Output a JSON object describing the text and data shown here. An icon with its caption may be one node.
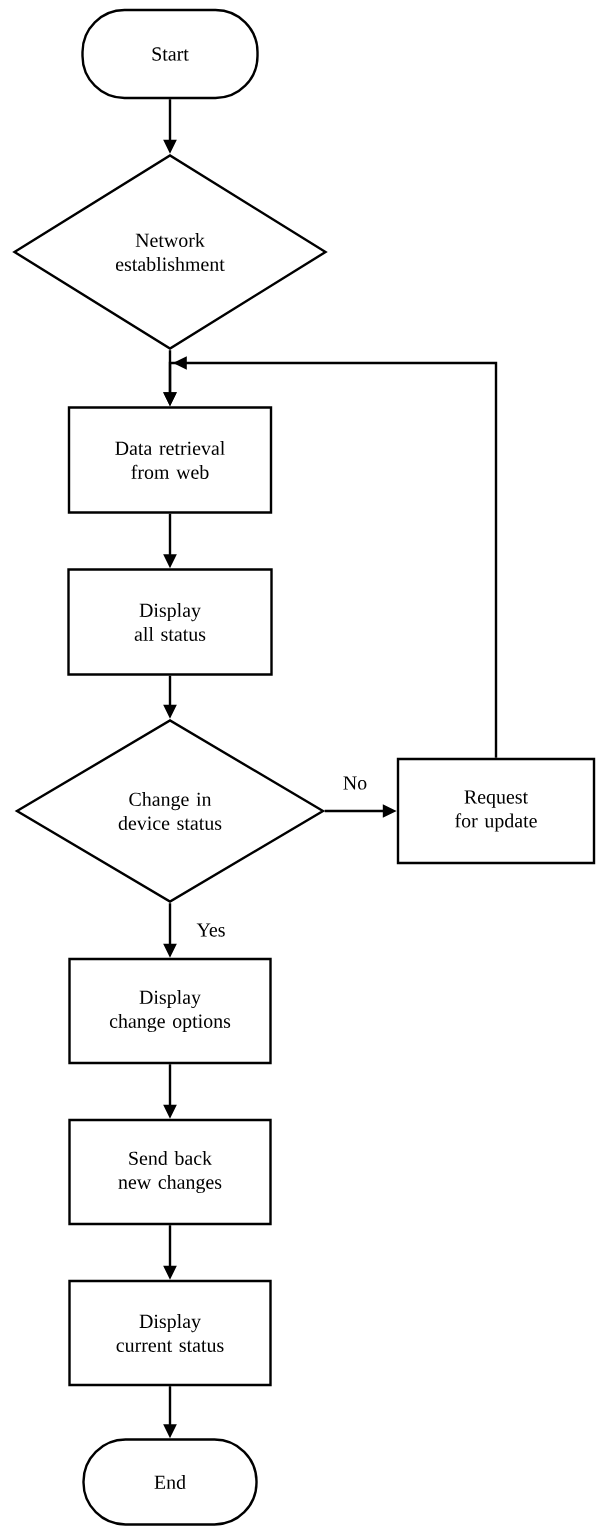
{
  "diagram": {
    "nodes": [
      {
        "text": [
          "Start"
        ]
      },
      {
        "text": [
          "Network establishment"
        ]
      },
      {
        "text": [
          "Data retrieval from web"
        ]
      },
      {
        "text": [
          "Display all status"
        ]
      },
      {
        "text": [
          "Change in device status"
        ]
      },
      {
        "text": [
          "Request for update"
        ]
      },
      {
        "text": [
          "Display change options"
        ]
      },
      {
        "text": [
          "Send back new changes"
        ]
      },
      {
        "text": [
          "Display current status"
        ]
      },
      {
        "text": [
          "End"
        ]
      }
    ],
    "edges": [
      {
        "from": 0,
        "to": 1,
        "arrow": "to"
      },
      {
        "from": 1,
        "to": 2,
        "arrow": "to"
      },
      {
        "from": 2,
        "to": 3,
        "arrow": "to"
      },
      {
        "from": 3,
        "to": 4,
        "arrow": "to"
      },
      {
        "from": 4,
        "to": 5,
        "arrow": "to",
        "label": "No"
      },
      {
        "from": 4,
        "to": 6,
        "arrow": "to",
        "label": "Yes"
      },
      {
        "from": 5,
        "to": 2,
        "arrow": "to"
      },
      {
        "from": 6,
        "to": 7,
        "arrow": "to"
      },
      {
        "from": 7,
        "to": 8,
        "arrow": "to"
      },
      {
        "from": 8,
        "to": 9,
        "arrow": "to"
      }
    ]
  }
}
